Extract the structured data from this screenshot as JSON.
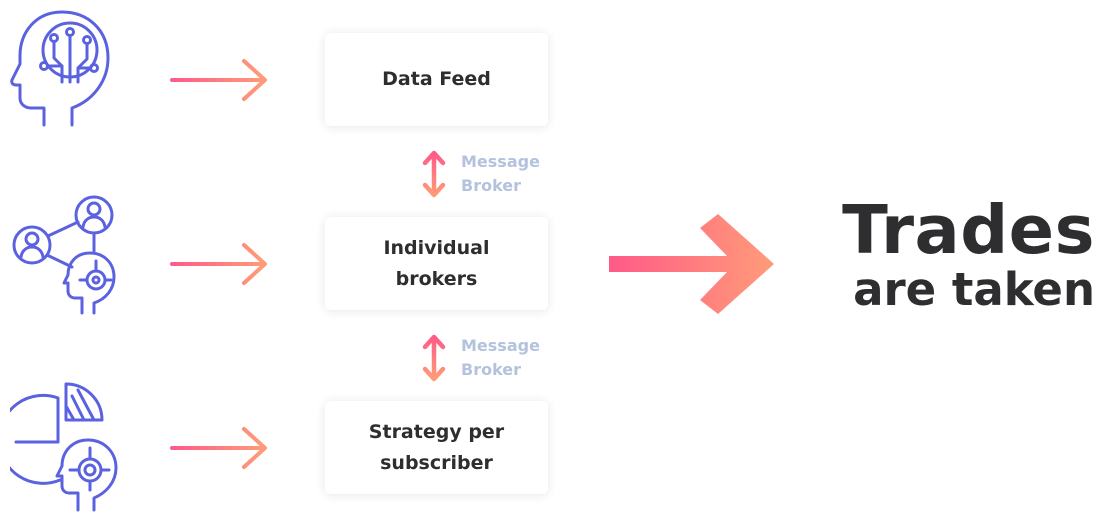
{
  "pipeline": {
    "stages": [
      {
        "label": "Data Feed"
      },
      {
        "label": "Individual\nbrokers"
      },
      {
        "label": "Strategy per\nsubscriber"
      }
    ],
    "connectors": [
      {
        "label": "Message\nBroker"
      },
      {
        "label": "Message\nBroker"
      }
    ]
  },
  "result": {
    "line1": "Trades",
    "line2": "are taken"
  },
  "icons": [
    "ai-head-circuit-icon",
    "people-network-ai-icon",
    "pie-chart-ai-head-icon"
  ],
  "colors": {
    "icon_stroke": "#5b62e0",
    "arrow_gradient_start": "#ff5a88",
    "arrow_gradient_end": "#ff9c78",
    "label_muted": "#b3c2dd",
    "text_dark": "#2e2e30"
  }
}
